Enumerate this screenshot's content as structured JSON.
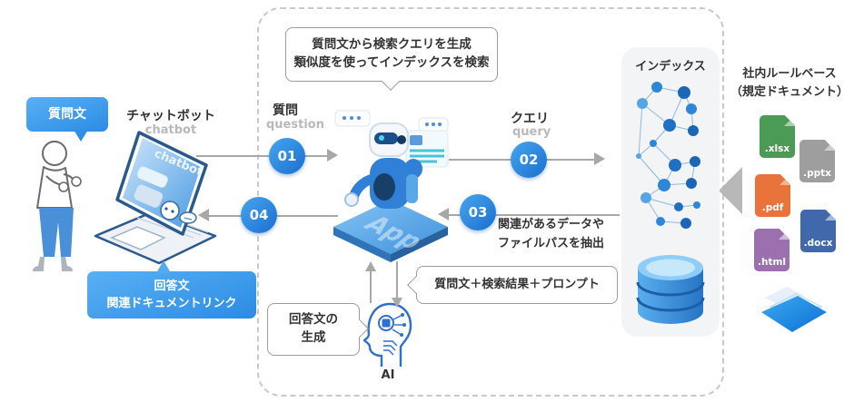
{
  "flow": {
    "top_callout_line1": "質問文から検索クエリを生成",
    "top_callout_line2": "類似度を使ってインデックスを検索",
    "steps": [
      {
        "num": "01",
        "label": "質問",
        "sub": "question"
      },
      {
        "num": "02",
        "label": "クエリ",
        "sub": "query"
      },
      {
        "num": "03",
        "note_line1": "関連があるデータや",
        "note_line2": "ファイルパスを抽出"
      },
      {
        "num": "04"
      }
    ],
    "prompt_callout": "質問文＋検索結果＋プロンプト",
    "answer_gen_line1": "回答文の",
    "answer_gen_line2": "生成",
    "ai_label": "AI"
  },
  "user_side": {
    "question_bubble": "質問文",
    "chatbot_label": "チャットボット",
    "chatbot_sub": "chatbot",
    "laptop_screen_text": "chatbot",
    "answer_box_line1": "回答文",
    "answer_box_line2": "関連ドキュメントリンク"
  },
  "robot": {
    "platform_text": "App"
  },
  "index_panel": {
    "title": "インデックス"
  },
  "rulebase": {
    "title_line1": "社内ルールベース",
    "title_line2": "（規定ドキュメント）",
    "files": [
      ".xlsx",
      ".pptx",
      ".pdf",
      ".docx",
      ".html"
    ]
  },
  "colors": {
    "accent_blue": "#2f86d4",
    "step_circle_gradient": [
      "#47a5ee",
      "#1a6fd0"
    ],
    "bubble_blue": "#2b8ce4",
    "arrow_gray": "#a8a8a8",
    "file_xlsx": "#4b9b57",
    "file_pptx": "#9e9e9e",
    "file_pdf": "#e8743c",
    "file_docx": "#4068aa",
    "file_html": "#9c6fae"
  }
}
